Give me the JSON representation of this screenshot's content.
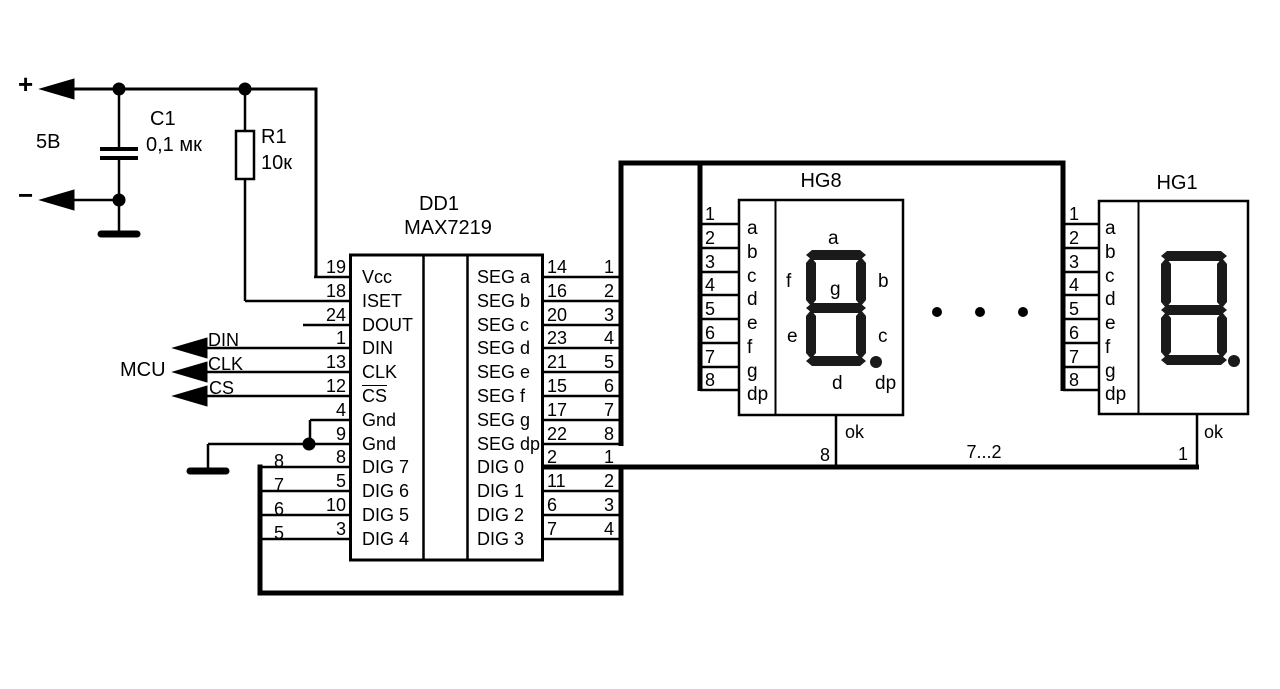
{
  "power": {
    "plus": "+",
    "minus": "−",
    "voltage": "5В",
    "capacitor": {
      "ref": "C1",
      "value": "0,1 мк"
    },
    "resistor": {
      "ref": "R1",
      "value": "10к"
    }
  },
  "mcu": {
    "label": "MCU",
    "signals": [
      "DIN",
      "CLK",
      "CS"
    ]
  },
  "chip": {
    "ref": "DD1",
    "part": "MAX7219",
    "left_pins": [
      {
        "pin": "19",
        "name": "Vcc"
      },
      {
        "pin": "18",
        "name": "ISET"
      },
      {
        "pin": "24",
        "name": "DOUT"
      },
      {
        "pin": "1",
        "name": "DIN"
      },
      {
        "pin": "13",
        "name": "CLK"
      },
      {
        "pin": "12",
        "name": "CS"
      },
      {
        "pin": "4",
        "name": "Gnd"
      },
      {
        "pin": "9",
        "name": "Gnd"
      },
      {
        "pin": "8",
        "name": "DIG 7",
        "wire": "8"
      },
      {
        "pin": "5",
        "name": "DIG 6",
        "wire": "7"
      },
      {
        "pin": "10",
        "name": "DIG 5",
        "wire": "6"
      },
      {
        "pin": "3",
        "name": "DIG 4",
        "wire": "5"
      }
    ],
    "right_pins": [
      {
        "pin": "14",
        "name": "SEG a",
        "wire": "1"
      },
      {
        "pin": "16",
        "name": "SEG b",
        "wire": "2"
      },
      {
        "pin": "20",
        "name": "SEG c",
        "wire": "3"
      },
      {
        "pin": "23",
        "name": "SEG d",
        "wire": "4"
      },
      {
        "pin": "21",
        "name": "SEG e",
        "wire": "5"
      },
      {
        "pin": "15",
        "name": "SEG f",
        "wire": "6"
      },
      {
        "pin": "17",
        "name": "SEG g",
        "wire": "7"
      },
      {
        "pin": "22",
        "name": "SEG dp",
        "wire": "8"
      },
      {
        "pin": "2",
        "name": "DIG 0",
        "wire": "1"
      },
      {
        "pin": "11",
        "name": "DIG 1",
        "wire": "2"
      },
      {
        "pin": "6",
        "name": "DIG 2",
        "wire": "3"
      },
      {
        "pin": "7",
        "name": "DIG 3",
        "wire": "4"
      }
    ]
  },
  "displays": {
    "hg8": {
      "ref": "HG8",
      "pin_ids": [
        "1",
        "2",
        "3",
        "4",
        "5",
        "6",
        "7",
        "8"
      ],
      "pin_names": [
        "a",
        "b",
        "c",
        "d",
        "e",
        "f",
        "g",
        "dp"
      ],
      "digit_labels": [
        "a",
        "f",
        "b",
        "g",
        "e",
        "c",
        "d",
        "dp"
      ],
      "common_label": "ok",
      "common_wire": "8"
    },
    "hg1": {
      "ref": "HG1",
      "pin_ids": [
        "1",
        "2",
        "3",
        "4",
        "5",
        "6",
        "7",
        "8"
      ],
      "pin_names": [
        "a",
        "b",
        "c",
        "d",
        "e",
        "f",
        "g",
        "dp"
      ],
      "common_label": "ok",
      "common_wire": "1"
    },
    "bus_range": "7...2"
  }
}
